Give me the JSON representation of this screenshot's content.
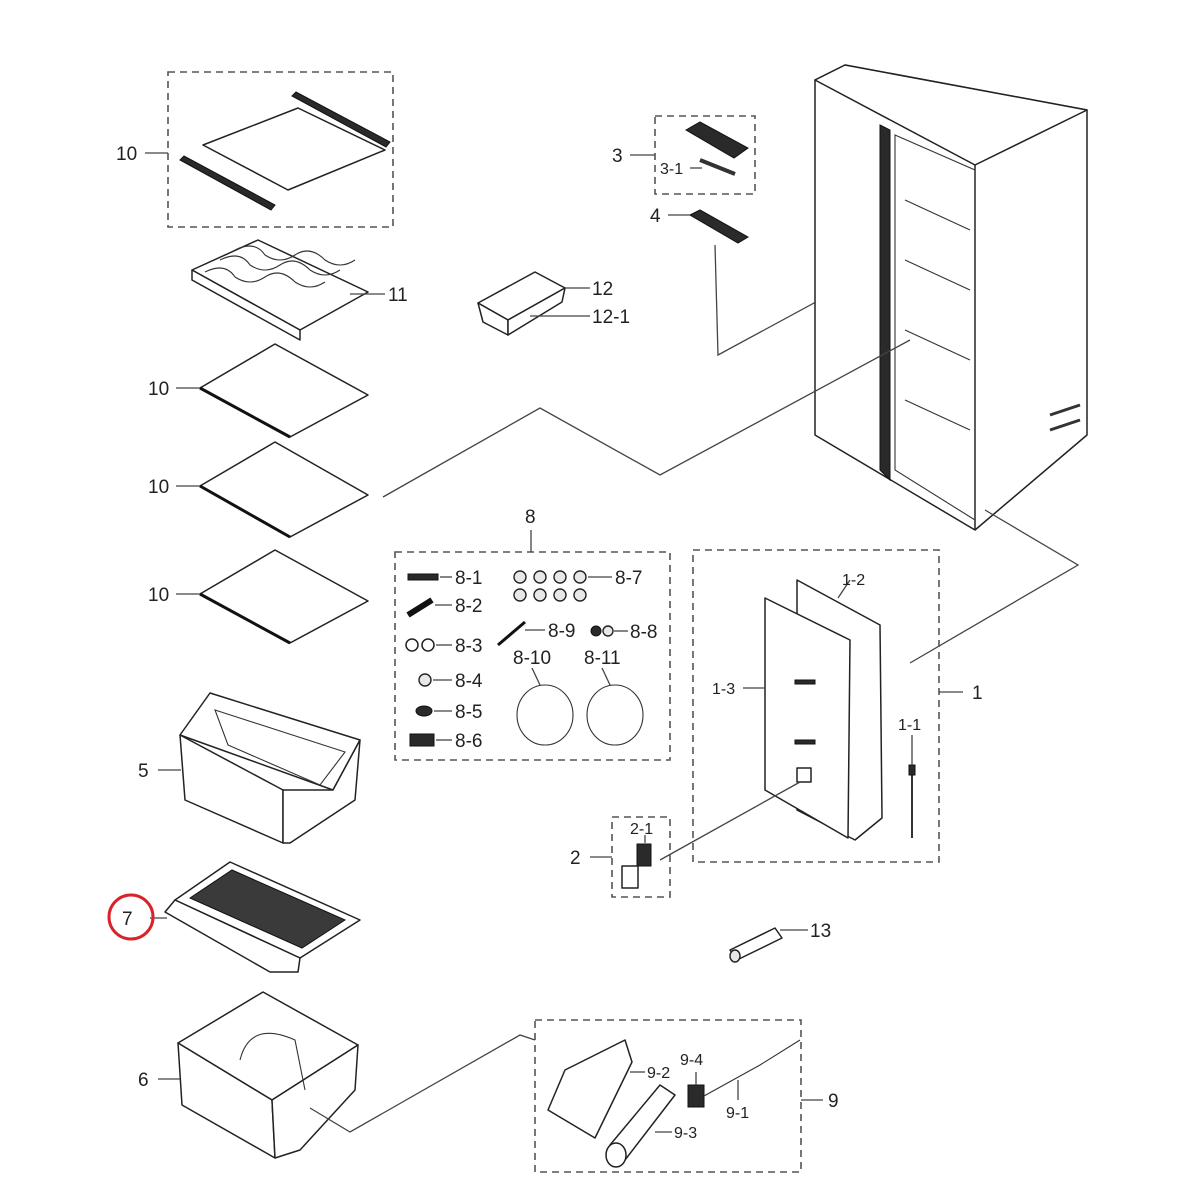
{
  "labels": {
    "l10a": "10",
    "l11": "11",
    "l10b": "10",
    "l10c": "10",
    "l10d": "10",
    "l5": "5",
    "l7": "7",
    "l6": "6",
    "l3": "3",
    "l3_1": "3-1",
    "l4": "4",
    "l12": "12",
    "l12_1": "12-1",
    "l8": "8",
    "l8_1": "8-1",
    "l8_2": "8-2",
    "l8_3": "8-3",
    "l8_4": "8-4",
    "l8_5": "8-5",
    "l8_6": "8-6",
    "l8_7": "8-7",
    "l8_8": "8-8",
    "l8_9": "8-9",
    "l8_10": "8-10",
    "l8_11": "8-11",
    "l1": "1",
    "l1_1": "1-1",
    "l1_2": "1-2",
    "l1_3": "1-3",
    "l2": "2",
    "l2_1": "2-1",
    "l13": "13",
    "l9": "9",
    "l9_1": "9-1",
    "l9_2": "9-2",
    "l9_3": "9-3",
    "l9_4": "9-4"
  },
  "highlight": {
    "part": "7",
    "color": "#d9232a"
  }
}
